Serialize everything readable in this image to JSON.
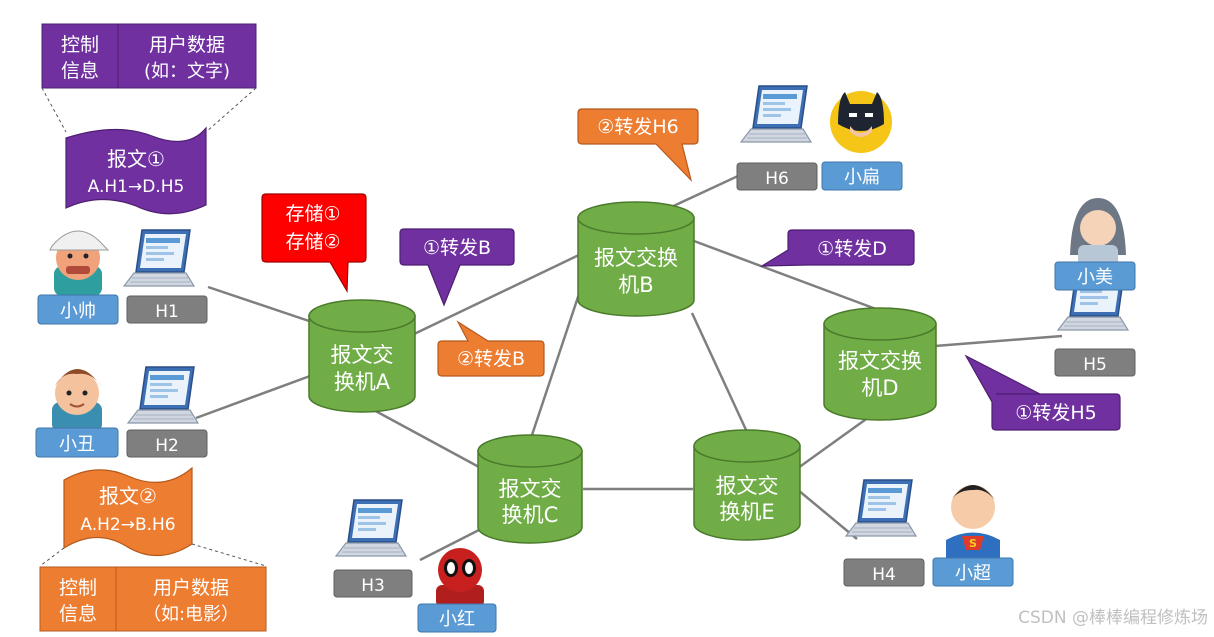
{
  "colors": {
    "switch_fill": "#70ad47",
    "switch_stroke": "#4b7a2c",
    "purple": "#7030a0",
    "orange": "#ed7d31",
    "red": "#ff0000",
    "host_gray": "#7f7f7f",
    "user_blue": "#5b9bd5",
    "link_gray": "#7f7f7f"
  },
  "switches": {
    "A": {
      "line1": "报文交",
      "line2": "换机A"
    },
    "B": {
      "line1": "报文交换",
      "line2": "机B"
    },
    "C": {
      "line1": "报文交",
      "line2": "换机C"
    },
    "D": {
      "line1": "报文交换",
      "line2": "机D"
    },
    "E": {
      "line1": "报文交",
      "line2": "换机E"
    }
  },
  "hosts": {
    "H1": "H1",
    "H2": "H2",
    "H3": "H3",
    "H4": "H4",
    "H5": "H5",
    "H6": "H6"
  },
  "users": {
    "u1": "小帅",
    "u2": "小丑",
    "u3": "小红",
    "u4": "小超",
    "u5": "小美",
    "u6": "小扁"
  },
  "callouts": {
    "store": {
      "line1": "存储①",
      "line2": "存储②"
    },
    "fwdB1": "①转发B",
    "fwdB2": "②转发B",
    "fwdH6": "②转发H6",
    "fwdD": "①转发D",
    "fwdH5": "①转发H5"
  },
  "message1": {
    "header": {
      "ctrl1": "控制",
      "ctrl2": "信息",
      "data1": "用户数据",
      "data2": "(如：文字)"
    },
    "doc": {
      "line1": "报文①",
      "line2": "A.H1→D.H5"
    }
  },
  "message2": {
    "header": {
      "ctrl1": "控制",
      "ctrl2": "信息",
      "data1": "用户数据",
      "data2": "（如:电影）"
    },
    "doc": {
      "line1": "报文②",
      "line2": "A.H2→B.H6"
    }
  },
  "watermark": "CSDN @棒棒编程修炼场"
}
